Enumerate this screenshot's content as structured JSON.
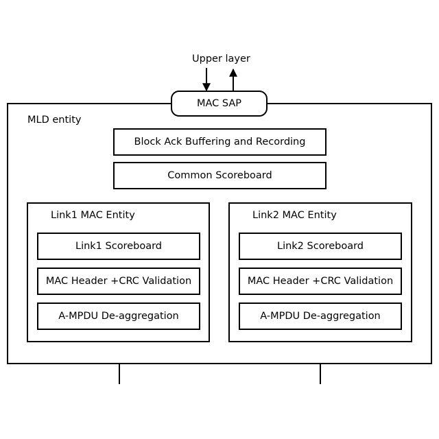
{
  "upper_layer_label": "Upper layer",
  "mac_sap_label": "MAC SAP",
  "mld_entity": {
    "title": "MLD entity",
    "block_ack_label": "Block Ack Buffering and Recording",
    "common_scoreboard_label": "Common Scoreboard"
  },
  "link1": {
    "title": "Link1 MAC Entity",
    "scoreboard_label": "Link1 Scoreboard",
    "validation_label": "MAC Header +CRC Validation",
    "deaggregation_label": "A-MPDU De-aggregation"
  },
  "link2": {
    "title": "Link2 MAC Entity",
    "scoreboard_label": "Link2 Scoreboard",
    "validation_label": "MAC Header +CRC Validation",
    "deaggregation_label": "A-MPDU De-aggregation"
  }
}
